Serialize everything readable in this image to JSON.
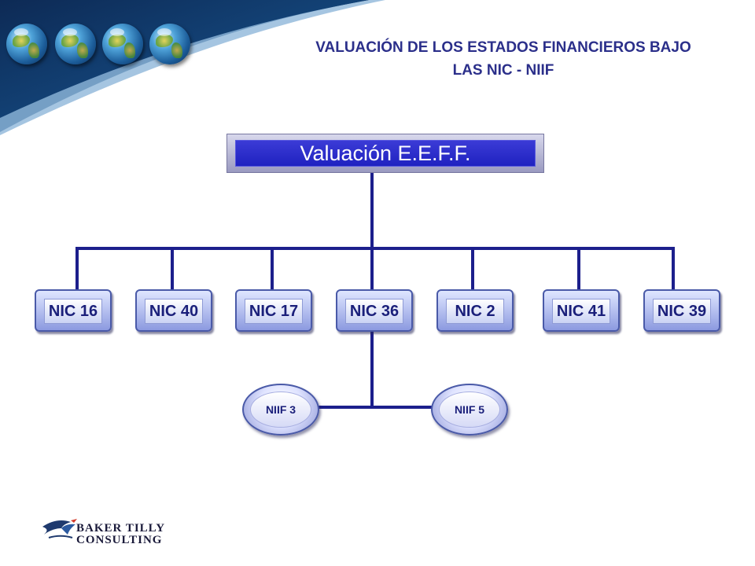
{
  "title": {
    "line1": "VALUACIÓN DE LOS ESTADOS FINANCIEROS BAJO",
    "line2": "LAS NIC - NIIF"
  },
  "root": {
    "label": "Valuación E.E.F.F."
  },
  "nic_nodes": [
    "NIC 16",
    "NIC 40",
    "NIC 17",
    "NIC 36",
    "NIC 2",
    "NIC 41",
    "NIC 39"
  ],
  "niif_nodes": [
    "NIIF 3",
    "NIIF 5"
  ],
  "logo": {
    "line1": "BAKER TILLY",
    "line2": "CONSULTING"
  },
  "colors": {
    "title": "#2b2f8a",
    "root_fill": "#2326c4",
    "connector": "#1c1f8c",
    "banner": "#0f2e5c"
  },
  "icons": [
    "globe-icon",
    "globe-icon",
    "globe-icon",
    "globe-icon",
    "eagle-logo-icon"
  ]
}
